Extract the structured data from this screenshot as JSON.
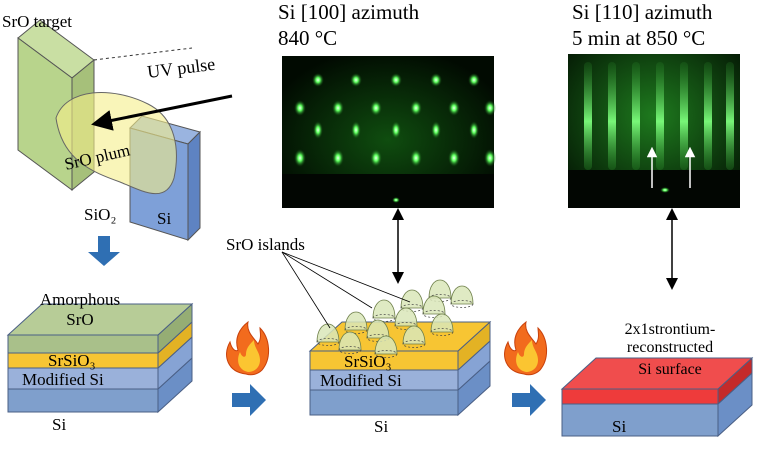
{
  "rheed_panels": [
    {
      "azimuth_label": "Si [100] azimuth",
      "condition_label": "840 °C"
    },
    {
      "azimuth_label": "Si [110] azimuth",
      "condition_label": "5 min at 850 °C"
    }
  ],
  "deposition_setup": {
    "target_label": "SrO target",
    "pulse_label": "UV pulse",
    "plume_label": "SrO plum",
    "oxide_label": "SiO₂",
    "substrate_label": "Si"
  },
  "stack_initial": {
    "top_layer": [
      "Amorphous",
      "SrO"
    ],
    "silicate_layer": "SrSiO₃",
    "modified_layer": "Modified Si",
    "substrate": "Si"
  },
  "stack_islands": {
    "islands_label": "SrO islands",
    "silicate_layer": "SrSiO₃",
    "modified_layer": "Modified Si",
    "substrate": "Si"
  },
  "stack_final": {
    "surface_layer": [
      "2x1strontium-",
      "reconstructed",
      "Si surface"
    ],
    "substrate": "Si"
  },
  "colors": {
    "substrate": "#7f9fcc",
    "modified": "#9ab1da",
    "silicate": "#f7c533",
    "amorphous": "#a9c08a",
    "reconstructed": "#ee3b3b",
    "arrow": "#2f6fb3",
    "rheed_glow": "#3cff3c",
    "flame": "#f26b1d"
  }
}
